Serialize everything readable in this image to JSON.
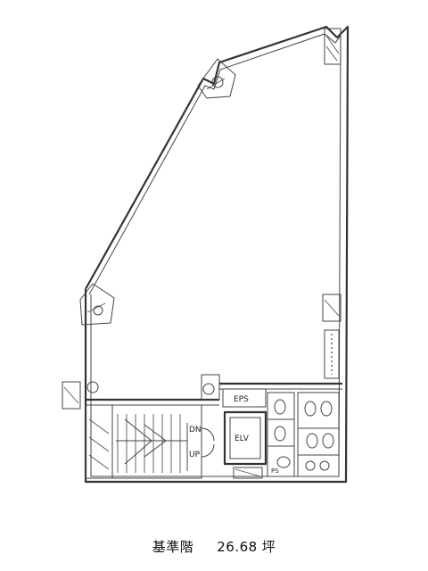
{
  "plan": {
    "rooms": {
      "stair_dn": "DN",
      "stair_up": "UP",
      "elevator": "ELV",
      "eps": "EPS",
      "pipe_shaft": "PS"
    }
  },
  "caption": {
    "floor_label": "基準階",
    "area_value": "26.68",
    "area_unit": "坪"
  }
}
